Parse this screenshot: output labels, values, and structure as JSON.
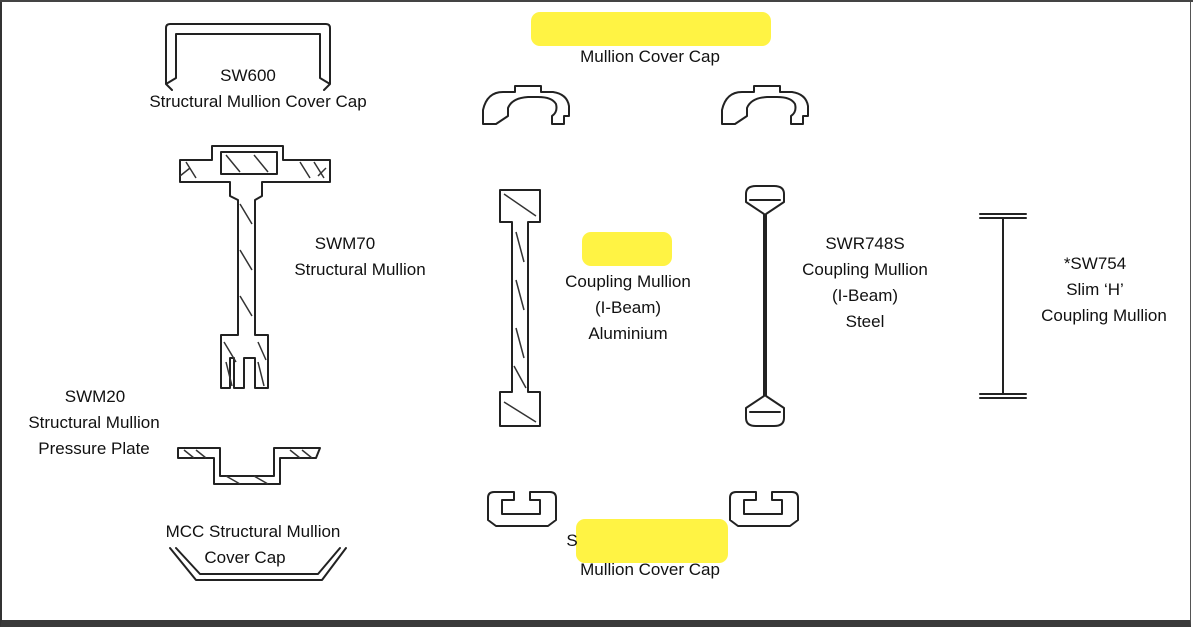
{
  "labels": {
    "sw600_code": "SW600",
    "sw600_name": "Structural Mullion Cover Cap",
    "top_cap_name": "Mullion Cover Cap",
    "swm70_code": "SWM70",
    "swm70_name": "Structural Mullion",
    "coupling_al_line1": "Coupling Mullion",
    "coupling_al_line2": "(I-Beam)",
    "coupling_al_line3": "Aluminium",
    "swr748s_code": "SWR748S",
    "swr748s_line1": "Coupling Mullion",
    "swr748s_line2": "(I-Beam)",
    "swr748s_line3": "Steel",
    "sw754_code": "*SW754",
    "sw754_line1": "Slim ‘H’",
    "sw754_line2": "Coupling Mullion",
    "swm20_code": "SWM20",
    "swm20_line1": "Structural Mullion",
    "swm20_line2": "Pressure Plate",
    "mcc_line1": "MCC Structural Mullion",
    "mcc_line2": "Cover Cap",
    "bottom_cap_prefix": "S",
    "bottom_cap_name": "Mullion Cover Cap"
  },
  "highlight_color": "#fff23a",
  "line_color": "#222222",
  "frame_color": "#3a3a3a"
}
